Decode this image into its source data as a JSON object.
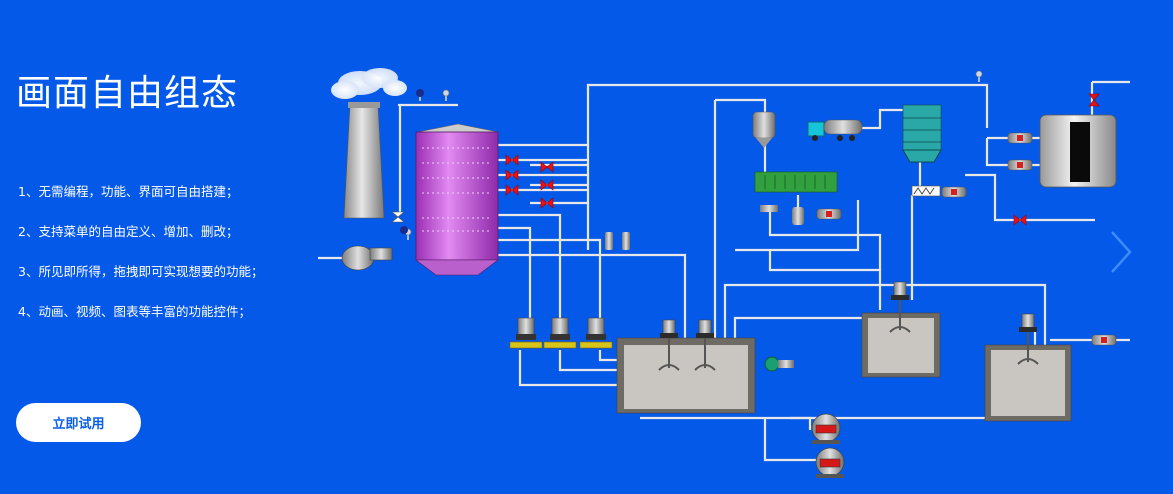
{
  "hero": {
    "title": "画面自由组态",
    "features": [
      "1、无需编程，功能、界面可自由搭建；",
      "2、支持菜单的自由定义、增加、删改；",
      "3、所见即所得，拖拽即可实现想要的功能；",
      "4、动画、视频、图表等丰富的功能控件；"
    ],
    "cta_label": "立即试用"
  },
  "icons": {
    "next": "chevron-right-icon"
  },
  "colors": {
    "background": "#0559e8",
    "pipe": "#e8e8e8",
    "valve": "#e8101a",
    "tower": "#c64fd8",
    "truck": "#18c4d8",
    "filter_press": "#2a9a3a",
    "cta_text": "#0a5ee6"
  }
}
